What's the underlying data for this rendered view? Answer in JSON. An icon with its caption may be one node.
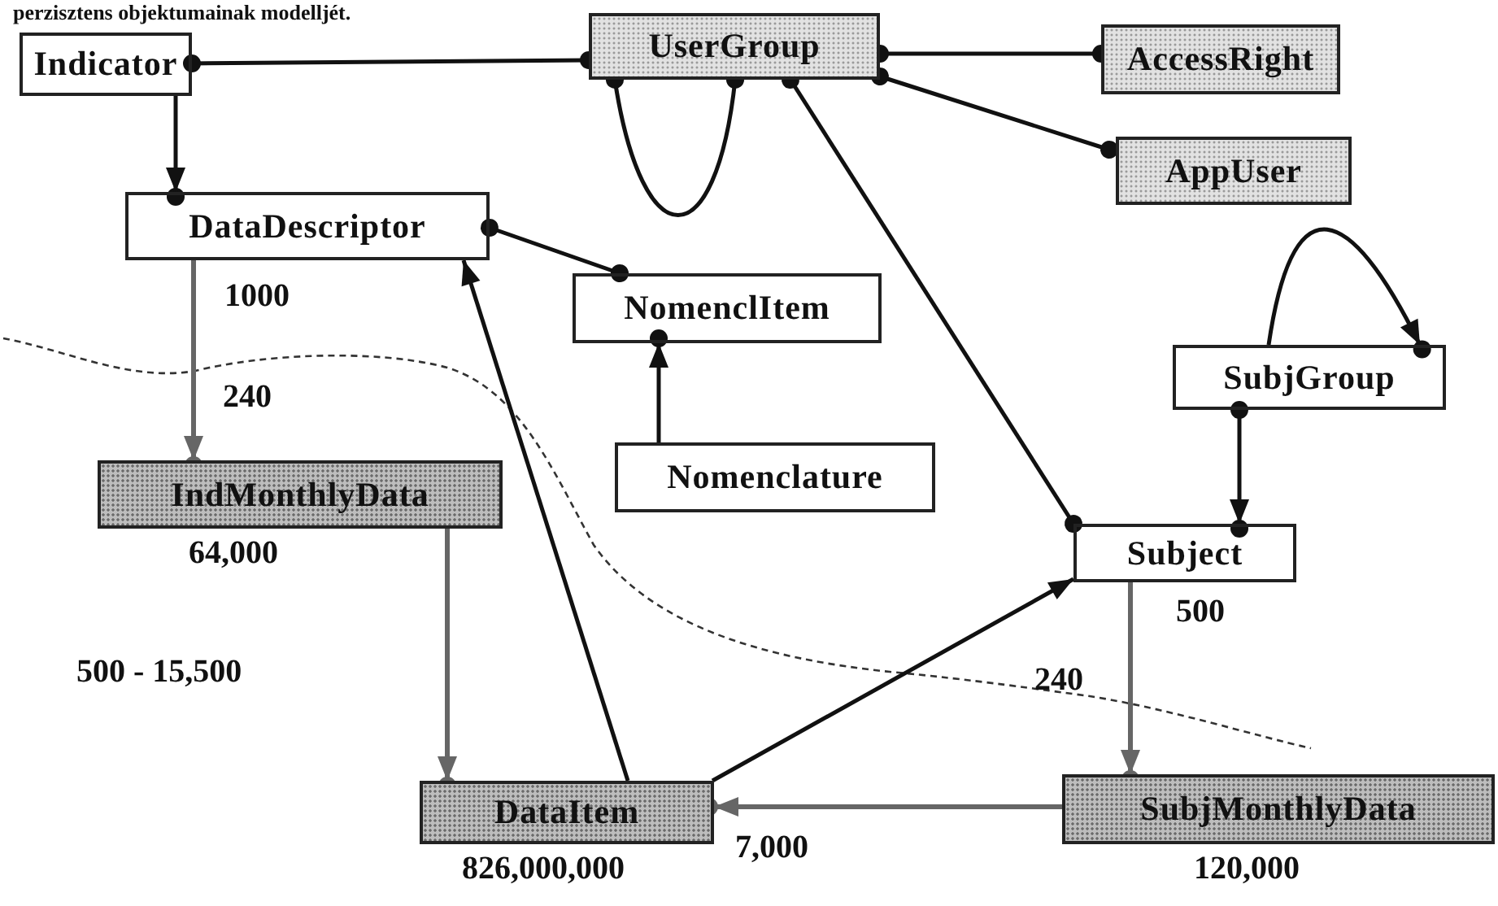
{
  "diagram": {
    "nodes": [
      {
        "text": [
          "Indicator"
        ]
      },
      {
        "text": [
          "UserGroup"
        ]
      },
      {
        "text": [
          "AccessRight"
        ]
      },
      {
        "text": [
          "AppUser"
        ]
      },
      {
        "text": [
          "DataDescriptor"
        ],
        "beside": [
          "1000"
        ]
      },
      {
        "text": [
          "NomenclItem"
        ]
      },
      {
        "text": [
          "Nomenclature"
        ]
      },
      {
        "text": [
          "SubjGroup"
        ]
      },
      {
        "text": [
          "IndMonthlyData"
        ],
        "beside": [
          "64,000"
        ]
      },
      {
        "text": [
          "Subject"
        ],
        "beside": [
          "500"
        ]
      },
      {
        "text": [
          "DataItem"
        ],
        "beside": [
          "826,000,000"
        ]
      },
      {
        "text": [
          "SubjMonthlyData"
        ],
        "beside": [
          "120,000"
        ]
      }
    ],
    "edges": [
      {
        "from": 0,
        "to": 1,
        "arrow": "other"
      },
      {
        "from": 1,
        "to": 2,
        "arrow": "other"
      },
      {
        "from": 1,
        "to": 3,
        "arrow": "other"
      },
      {
        "from": 1,
        "to": 1,
        "arrow": "other"
      },
      {
        "from": 1,
        "to": 9,
        "arrow": "other"
      },
      {
        "from": 0,
        "to": 4,
        "arrow": "to"
      },
      {
        "from": 4,
        "to": 5,
        "arrow": "other"
      },
      {
        "from": 6,
        "to": 5,
        "arrow": "to"
      },
      {
        "from": 7,
        "to": 7,
        "arrow": "to"
      },
      {
        "from": 7,
        "to": 9,
        "arrow": "to"
      },
      {
        "from": 4,
        "to": 8,
        "arrow": "to",
        "color": "#666666"
      },
      {
        "from": 8,
        "to": 10,
        "arrow": "to",
        "color": "#666666"
      },
      {
        "from": 10,
        "to": 4,
        "arrow": "to"
      },
      {
        "from": 10,
        "to": 9,
        "arrow": "to"
      },
      {
        "from": 9,
        "to": 11,
        "arrow": "to",
        "color": "#666666"
      },
      {
        "from": 11,
        "to": 10,
        "arrow": "to",
        "color": "#666666"
      }
    ],
    "labels": [
      "perzisztens objektumainak modelljét.",
      "240",
      "500 - 15,500",
      "240",
      "7,000"
    ]
  }
}
